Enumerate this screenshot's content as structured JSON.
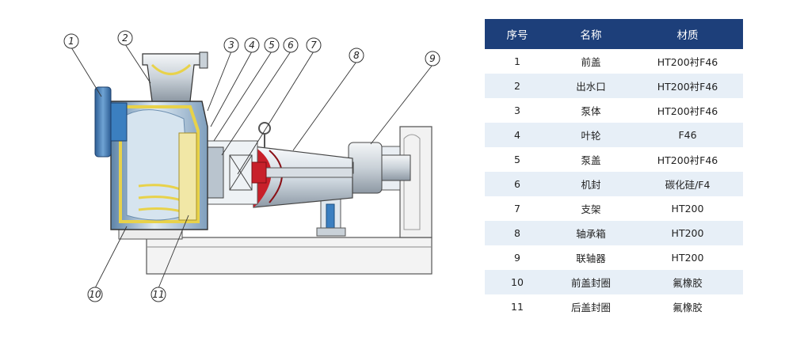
{
  "callouts": [
    "1",
    "2",
    "3",
    "4",
    "5",
    "6",
    "7",
    "8",
    "9",
    "10",
    "11"
  ],
  "table": {
    "headers": [
      "序号",
      "名称",
      "材质"
    ],
    "rows": [
      {
        "no": "1",
        "name": "前盖",
        "material": "HT200衬F46"
      },
      {
        "no": "2",
        "name": "出水口",
        "material": "HT200衬F46"
      },
      {
        "no": "3",
        "name": "泵体",
        "material": "HT200衬F46"
      },
      {
        "no": "4",
        "name": "叶轮",
        "material": "F46"
      },
      {
        "no": "5",
        "name": "泵盖",
        "material": "HT200衬F46"
      },
      {
        "no": "6",
        "name": "机封",
        "material": "碳化硅/F4"
      },
      {
        "no": "7",
        "name": "支架",
        "material": "HT200"
      },
      {
        "no": "8",
        "name": "轴承箱",
        "material": "HT200"
      },
      {
        "no": "9",
        "name": "联轴器",
        "material": "HT200"
      },
      {
        "no": "10",
        "name": "前盖封圈",
        "material": "氟橡胶"
      },
      {
        "no": "11",
        "name": "后盖封圈",
        "material": "氟橡胶"
      }
    ]
  },
  "colors": {
    "header_bg": "#1d3f7a",
    "row_alt_bg": "#e7eff7",
    "lining_yellow": "#e8d24a",
    "casing_blue": "#3b7fc0",
    "impeller_red": "#c8202a"
  }
}
